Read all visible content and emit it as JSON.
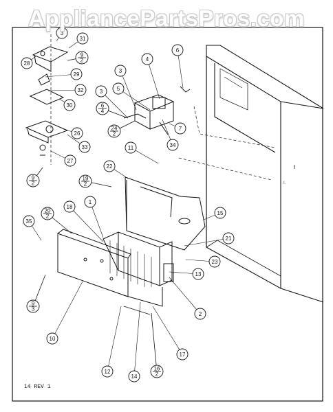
{
  "watermark": "AppliancePartsPros.com",
  "revision": "14 REV 1",
  "callouts": [
    {
      "label": "3"
    },
    {
      "label": "31"
    },
    {
      "label": "28"
    },
    {
      "label": "29"
    },
    {
      "label": "32"
    },
    {
      "label": "30"
    },
    {
      "label": "26"
    },
    {
      "label": "33"
    },
    {
      "label": "27"
    },
    {
      "label": "3"
    },
    {
      "label": "4"
    },
    {
      "label": "6"
    },
    {
      "label": "3"
    },
    {
      "label": "5"
    },
    {
      "label": "7"
    },
    {
      "label": "34"
    },
    {
      "label": "11"
    },
    {
      "label": "22"
    },
    {
      "label": "1"
    },
    {
      "label": "18"
    },
    {
      "label": "35"
    },
    {
      "label": "15"
    },
    {
      "label": "21"
    },
    {
      "label": "23"
    },
    {
      "label": "13"
    },
    {
      "label": "2"
    },
    {
      "label": "10"
    },
    {
      "label": "12"
    },
    {
      "label": "14"
    },
    {
      "label": "17"
    }
  ],
  "fraction_callouts": [
    {
      "num": "9",
      "den": "2"
    },
    {
      "num": "9",
      "den": "2"
    },
    {
      "num": "6",
      "den": "4"
    },
    {
      "num": "24",
      "den": "2"
    },
    {
      "num": "19",
      "den": "2"
    },
    {
      "num": "20",
      "den": "2"
    },
    {
      "num": "9",
      "den": "3"
    },
    {
      "num": "16",
      "den": "2"
    }
  ]
}
